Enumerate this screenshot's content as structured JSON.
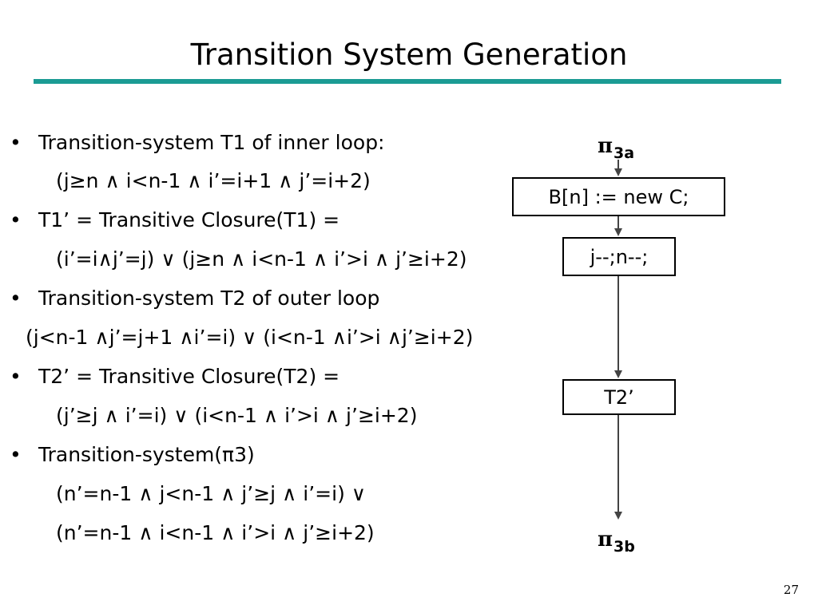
{
  "slide": {
    "title": "Transition System Generation",
    "page_number": "27"
  },
  "bullets": [
    {
      "text": "Transition-system T1 of inner loop:",
      "sub": "(j≥n ∧ i<n-1 ∧ i’=i+1 ∧ j’=i+2)"
    },
    {
      "text": "T1’ = Transitive Closure(T1) =",
      "sub": "(i’=i∧j’=j) ∨ (j≥n ∧ i<n-1 ∧ i’>i ∧ j’≥i+2)"
    },
    {
      "text": "Transition-system T2 of outer loop",
      "sub": "(j<n-1 ∧j’=j+1 ∧i’=i) ∨ (i<n-1 ∧i’>i ∧j’≥i+2)"
    },
    {
      "text": "T2’ = Transitive Closure(T2) =",
      "sub": "(j’≥j ∧ i’=i) ∨ (i<n-1 ∧ i’>i  ∧ j’≥i+2)"
    },
    {
      "text": "Transition-system(π3)",
      "sub": "(n’=n-1 ∧ j<n-1 ∧ j’≥j ∧ i’=i) ∨",
      "sub2": "(n’=n-1 ∧ i<n-1 ∧ i’>i ∧ j’≥i+2)"
    }
  ],
  "flow": {
    "start_label": "π",
    "start_sub": "3a",
    "box1": "B[n] := new C;",
    "box2": "j--;n--;",
    "box3": "T2’",
    "end_label": "π",
    "end_sub": "3b"
  }
}
